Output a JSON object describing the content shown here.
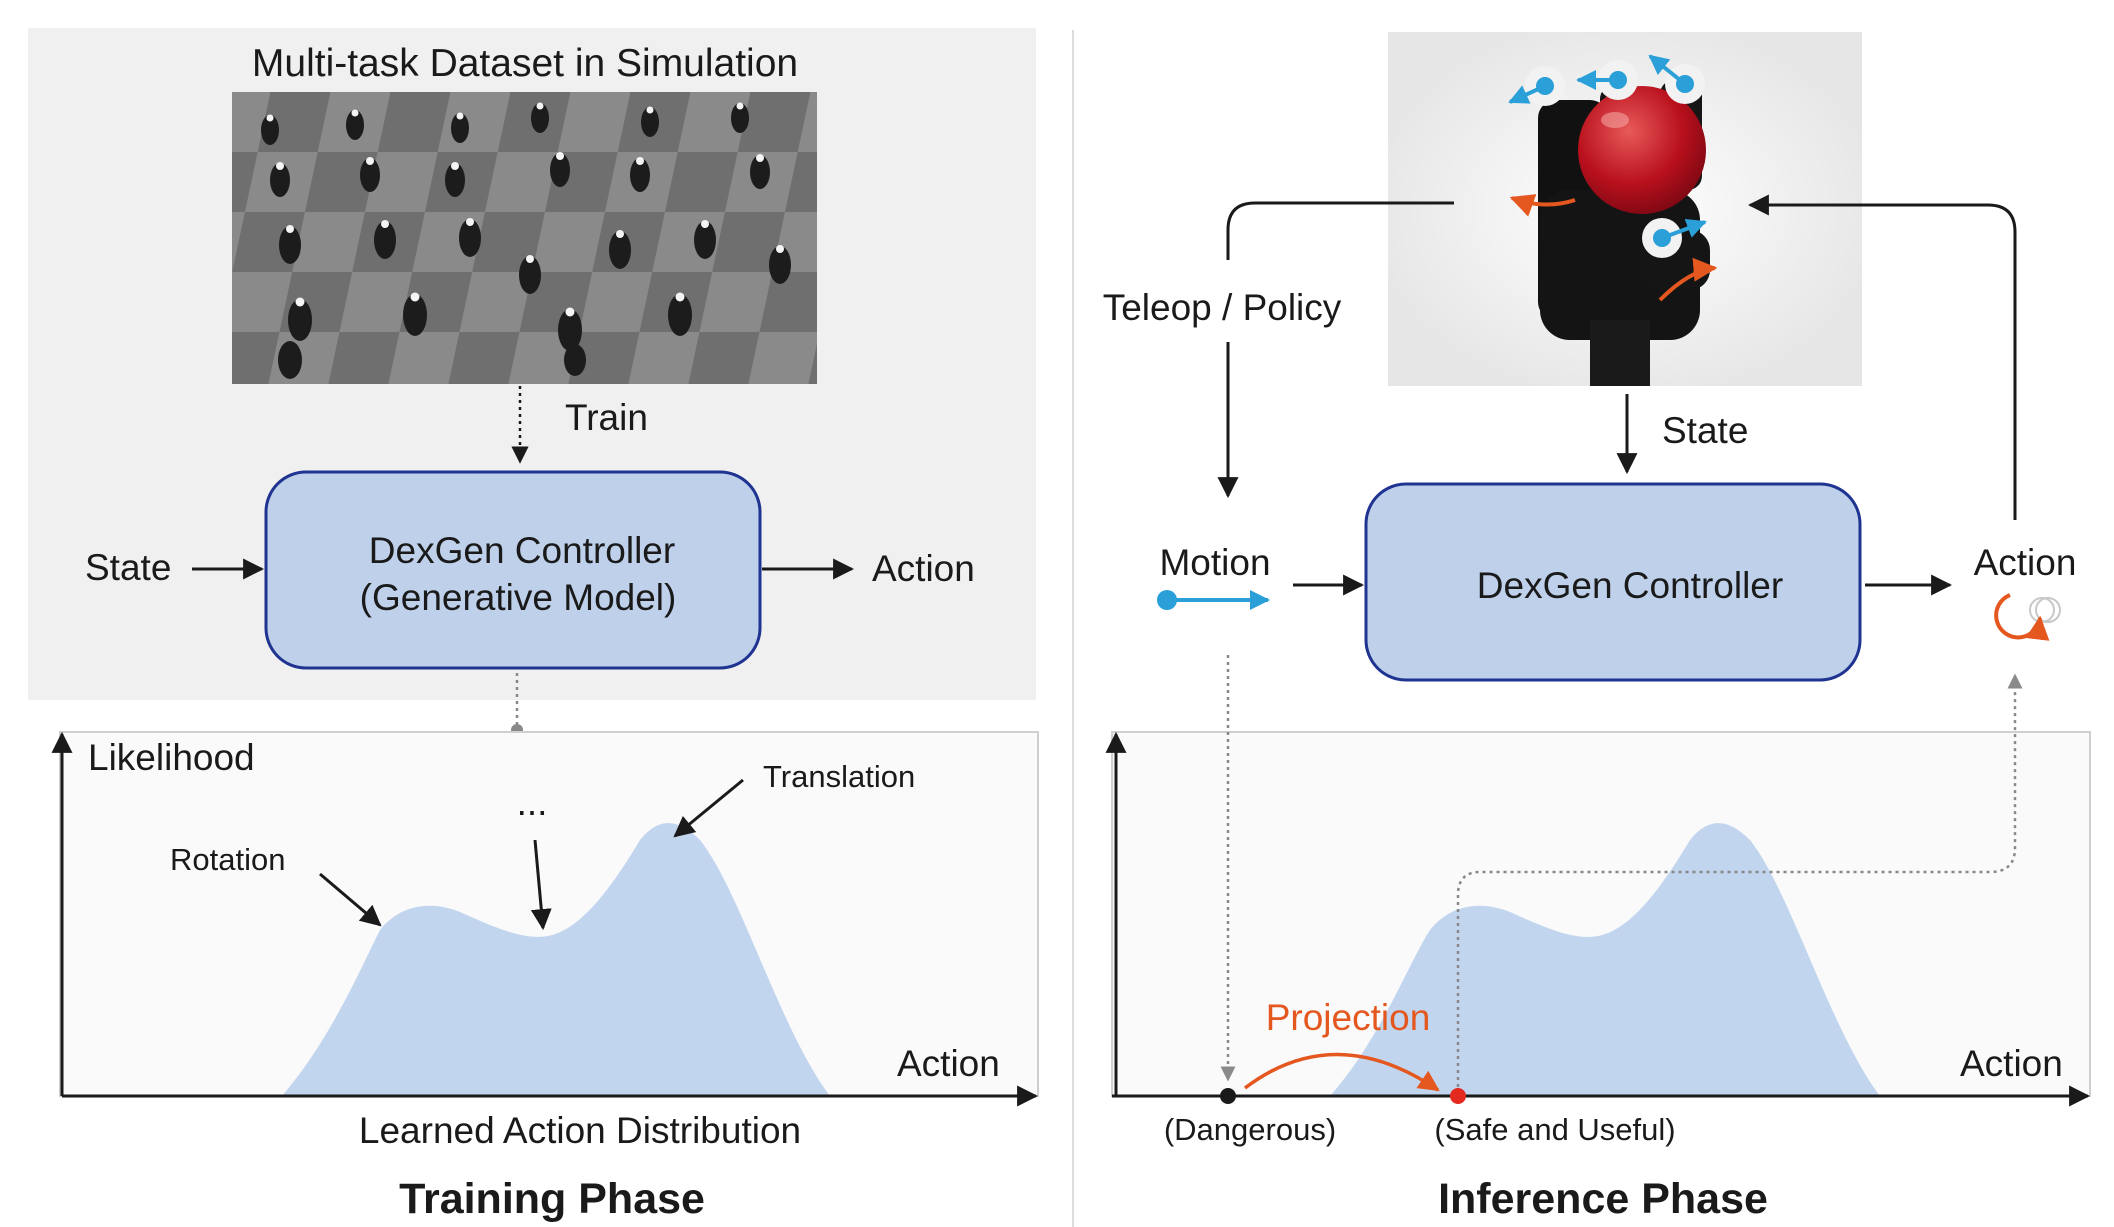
{
  "colors": {
    "panel_bg": "#f0f0f0",
    "controller_fill": "#bed0ea",
    "controller_stroke": "#1f3391",
    "distribution_fill": "#c2d5ee",
    "orange": "#e4571e",
    "blue": "#2a9fd8",
    "dotted": "#888888"
  },
  "training": {
    "dataset_title": "Multi-task Dataset in Simulation",
    "train_label": "Train",
    "state_label": "State",
    "action_label": "Action",
    "controller_line1": "DexGen Controller",
    "controller_line2": "(Generative Model)",
    "y_axis_label": "Likelihood",
    "x_axis_label": "Action",
    "rotation_label": "Rotation",
    "translation_label": "Translation",
    "ellipsis_label": "...",
    "caption": "Learned Action Distribution",
    "phase_title": "Training Phase"
  },
  "inference": {
    "teleop_label": "Teleop / Policy",
    "state_label": "State",
    "motion_label": "Motion",
    "controller_label": "DexGen Controller",
    "action_label": "Action",
    "x_axis_label": "Action",
    "projection_label": "Projection",
    "dangerous_label": "(Dangerous)",
    "safe_label": "(Safe and Useful)",
    "phase_title": "Inference Phase"
  },
  "icons": [
    "sim-grid-image",
    "robot-hand-apple-image",
    "rotation-arrow-icon",
    "motion-arrow-icon"
  ]
}
